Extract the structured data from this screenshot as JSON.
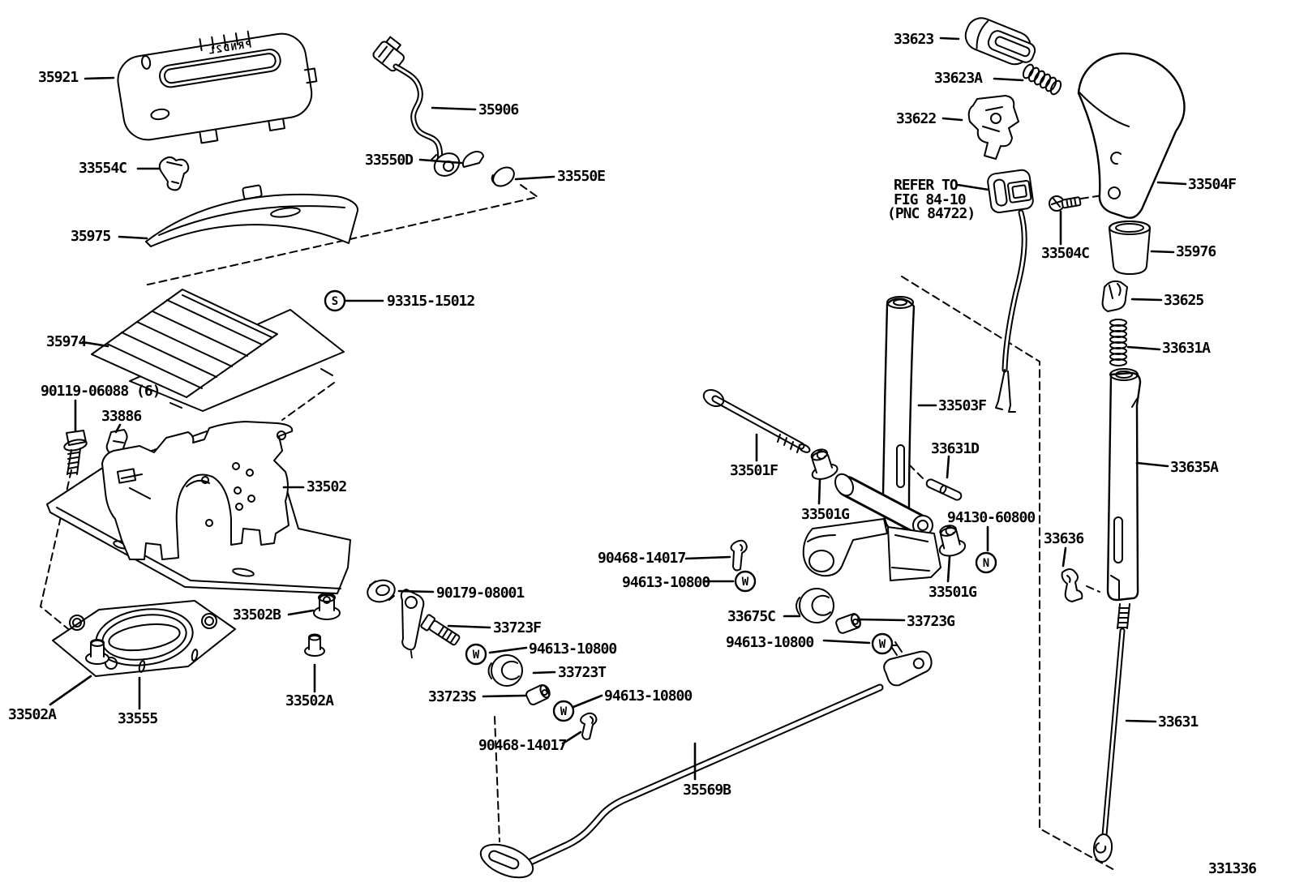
{
  "diagram": {
    "figure_code": "331336",
    "reference_note": {
      "line1": "REFER TO",
      "line2": "FIG 84-10",
      "line3": "(PNC 84722)"
    },
    "shift_pattern_letters": "PRND2L",
    "inspection_symbols": {
      "screw": "S",
      "washer": "W",
      "nut": "N"
    },
    "colors": {
      "line": "#000000",
      "background": "#ffffff"
    },
    "part_labels": [
      {
        "text": "35921"
      },
      {
        "text": "33554C"
      },
      {
        "text": "35975"
      },
      {
        "text": "35974"
      },
      {
        "text": "93315-15012"
      },
      {
        "text": "90119-06088 (6)"
      },
      {
        "text": "33886"
      },
      {
        "text": "33502"
      },
      {
        "text": "33502B"
      },
      {
        "text": "33502A"
      },
      {
        "text": "33555"
      },
      {
        "text": "33502A"
      },
      {
        "text": "35906"
      },
      {
        "text": "33550D"
      },
      {
        "text": "33550E"
      },
      {
        "text": "90179-08001"
      },
      {
        "text": "33723F"
      },
      {
        "text": "94613-10800"
      },
      {
        "text": "33723T"
      },
      {
        "text": "33723S"
      },
      {
        "text": "94613-10800"
      },
      {
        "text": "90468-14017"
      },
      {
        "text": "35569B"
      },
      {
        "text": "90468-14017"
      },
      {
        "text": "94613-10800"
      },
      {
        "text": "33675C"
      },
      {
        "text": "33723G"
      },
      {
        "text": "94613-10800"
      },
      {
        "text": "33501F"
      },
      {
        "text": "33501G"
      },
      {
        "text": "33503F"
      },
      {
        "text": "33631D"
      },
      {
        "text": "94130-60800"
      },
      {
        "text": "33501G"
      },
      {
        "text": "33636"
      },
      {
        "text": "33635A"
      },
      {
        "text": "33625"
      },
      {
        "text": "33631A"
      },
      {
        "text": "35976"
      },
      {
        "text": "33504F"
      },
      {
        "text": "33504C"
      },
      {
        "text": "33623"
      },
      {
        "text": "33623A"
      },
      {
        "text": "33622"
      },
      {
        "text": "33631"
      }
    ]
  }
}
